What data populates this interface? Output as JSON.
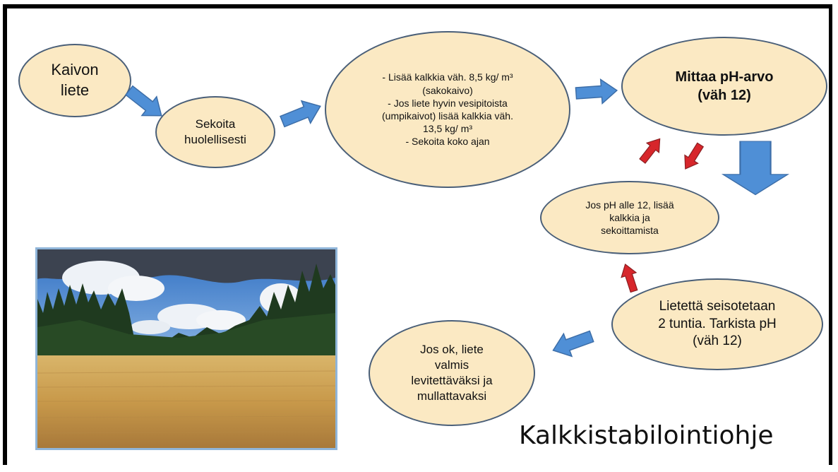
{
  "nodes": {
    "kaivon": "Kaivon\nliete",
    "sekoita": "Sekoita\nhuolellisesti",
    "lisaa": "- Lisää kalkkia väh. 8,5 kg/ m³\n(sakokaivo)\n- Jos liete hyvin vesipitoista\n(umpikaivot) lisää kalkkia väh.\n13,5 kg/ m³\n- Sekoita koko ajan",
    "mittaa": "Mittaa pH-arvo\n(väh 12)",
    "jos_ph": "Jos pH alle 12, lisää\nkalkkia ja\nsekoittamista",
    "seisotetaan": "Lietettä seisotetaan\n2 tuntia. Tarkista pH\n(väh 12)",
    "jos_ok": "Jos ok, liete\nvalmis\nlevitettäväksi ja\nmullattavaksi"
  },
  "title": "Kalkkistabilointiohje",
  "colors": {
    "node_fill": "#fbe9c3",
    "node_border": "#4a5f78",
    "arrow_blue": "#4f8fd6",
    "arrow_red": "#d7262b"
  },
  "photo": {
    "description_icon": "wheat-field-photo"
  }
}
